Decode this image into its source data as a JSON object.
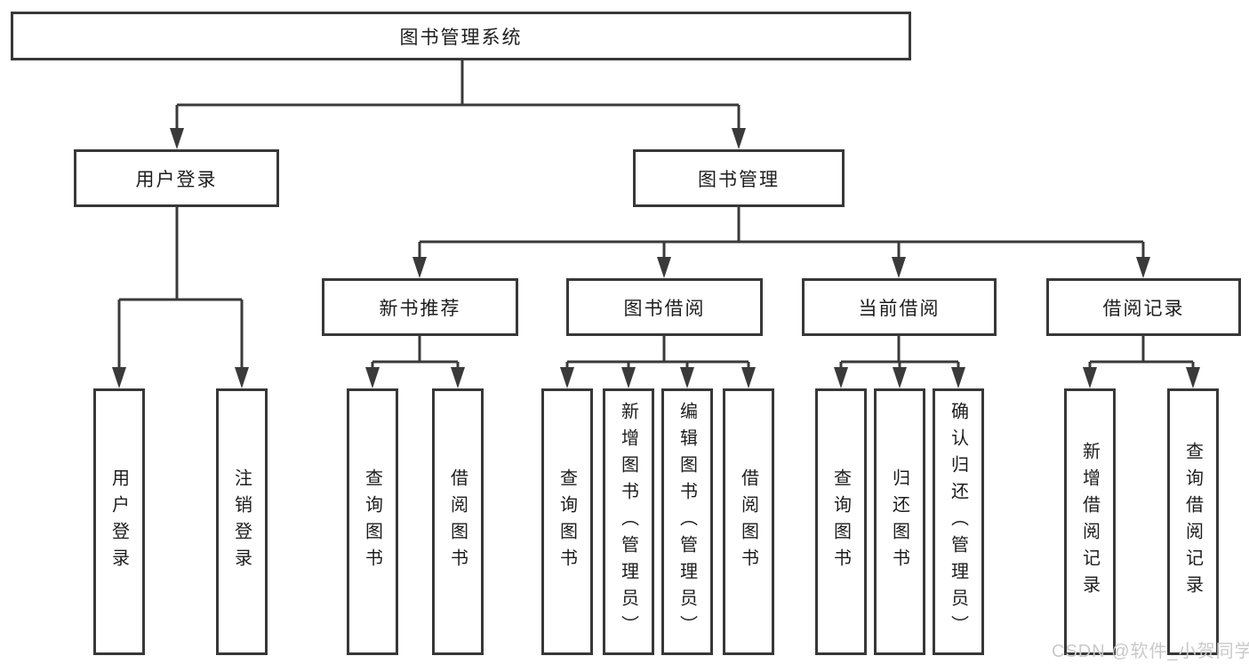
{
  "tree": {
    "root": "图书管理系统",
    "branches": [
      {
        "label": "用户登录",
        "children": [
          "用户登录",
          "注销登录"
        ]
      },
      {
        "label": "图书管理",
        "children": [
          {
            "label": "新书推荐",
            "children": [
              "查询图书",
              "借阅图书"
            ]
          },
          {
            "label": "图书借阅",
            "children": [
              "查询图书",
              "新增图书（管理员）",
              "编辑图书（管理员）",
              "借阅图书"
            ]
          },
          {
            "label": "当前借阅",
            "children": [
              "查询图书",
              "归还图书",
              "确认归还（管理员）"
            ]
          },
          {
            "label": "借阅记录",
            "children": [
              "新增借阅记录",
              "查询借阅记录"
            ]
          }
        ]
      }
    ]
  },
  "watermark": "CSDN @软件_小贺同学",
  "colors": {
    "line": "#3a3a3a",
    "text": "#1d1d1d",
    "background": "#ffffff",
    "watermark": "#c9c9c9"
  }
}
